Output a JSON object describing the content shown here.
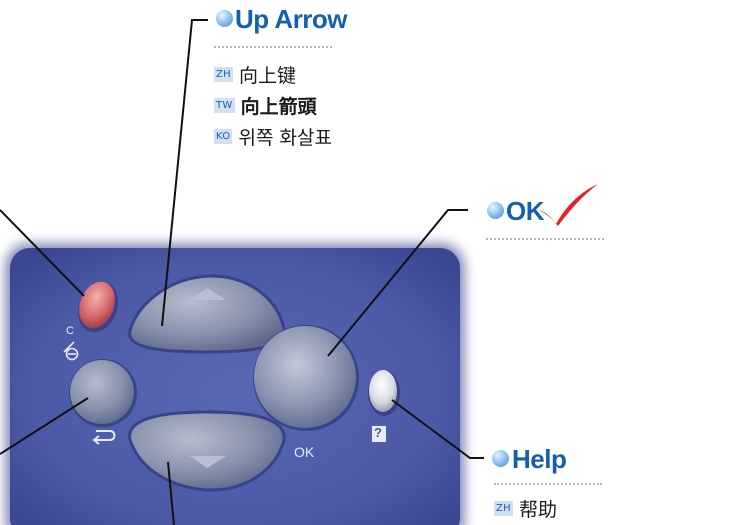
{
  "callouts": {
    "up_arrow": {
      "title": "Up Arrow",
      "translations": [
        {
          "code": "ZH",
          "text": "向上键"
        },
        {
          "code": "TW",
          "text": "向上箭頭"
        },
        {
          "code": "KO",
          "text": "위쪽 화살표"
        }
      ]
    },
    "ok": {
      "title": "OK",
      "check_color": "#e8202a"
    },
    "help": {
      "title": "Help",
      "translations": [
        {
          "code": "ZH",
          "text": "帮助"
        }
      ]
    }
  },
  "panel": {
    "ok_label": "OK",
    "help_symbol": "?",
    "cancel_symbol_top": "C",
    "colors": {
      "panel": "#4d5aa8",
      "cancel_button": "#d26a6e",
      "title": "#1560ac"
    }
  }
}
